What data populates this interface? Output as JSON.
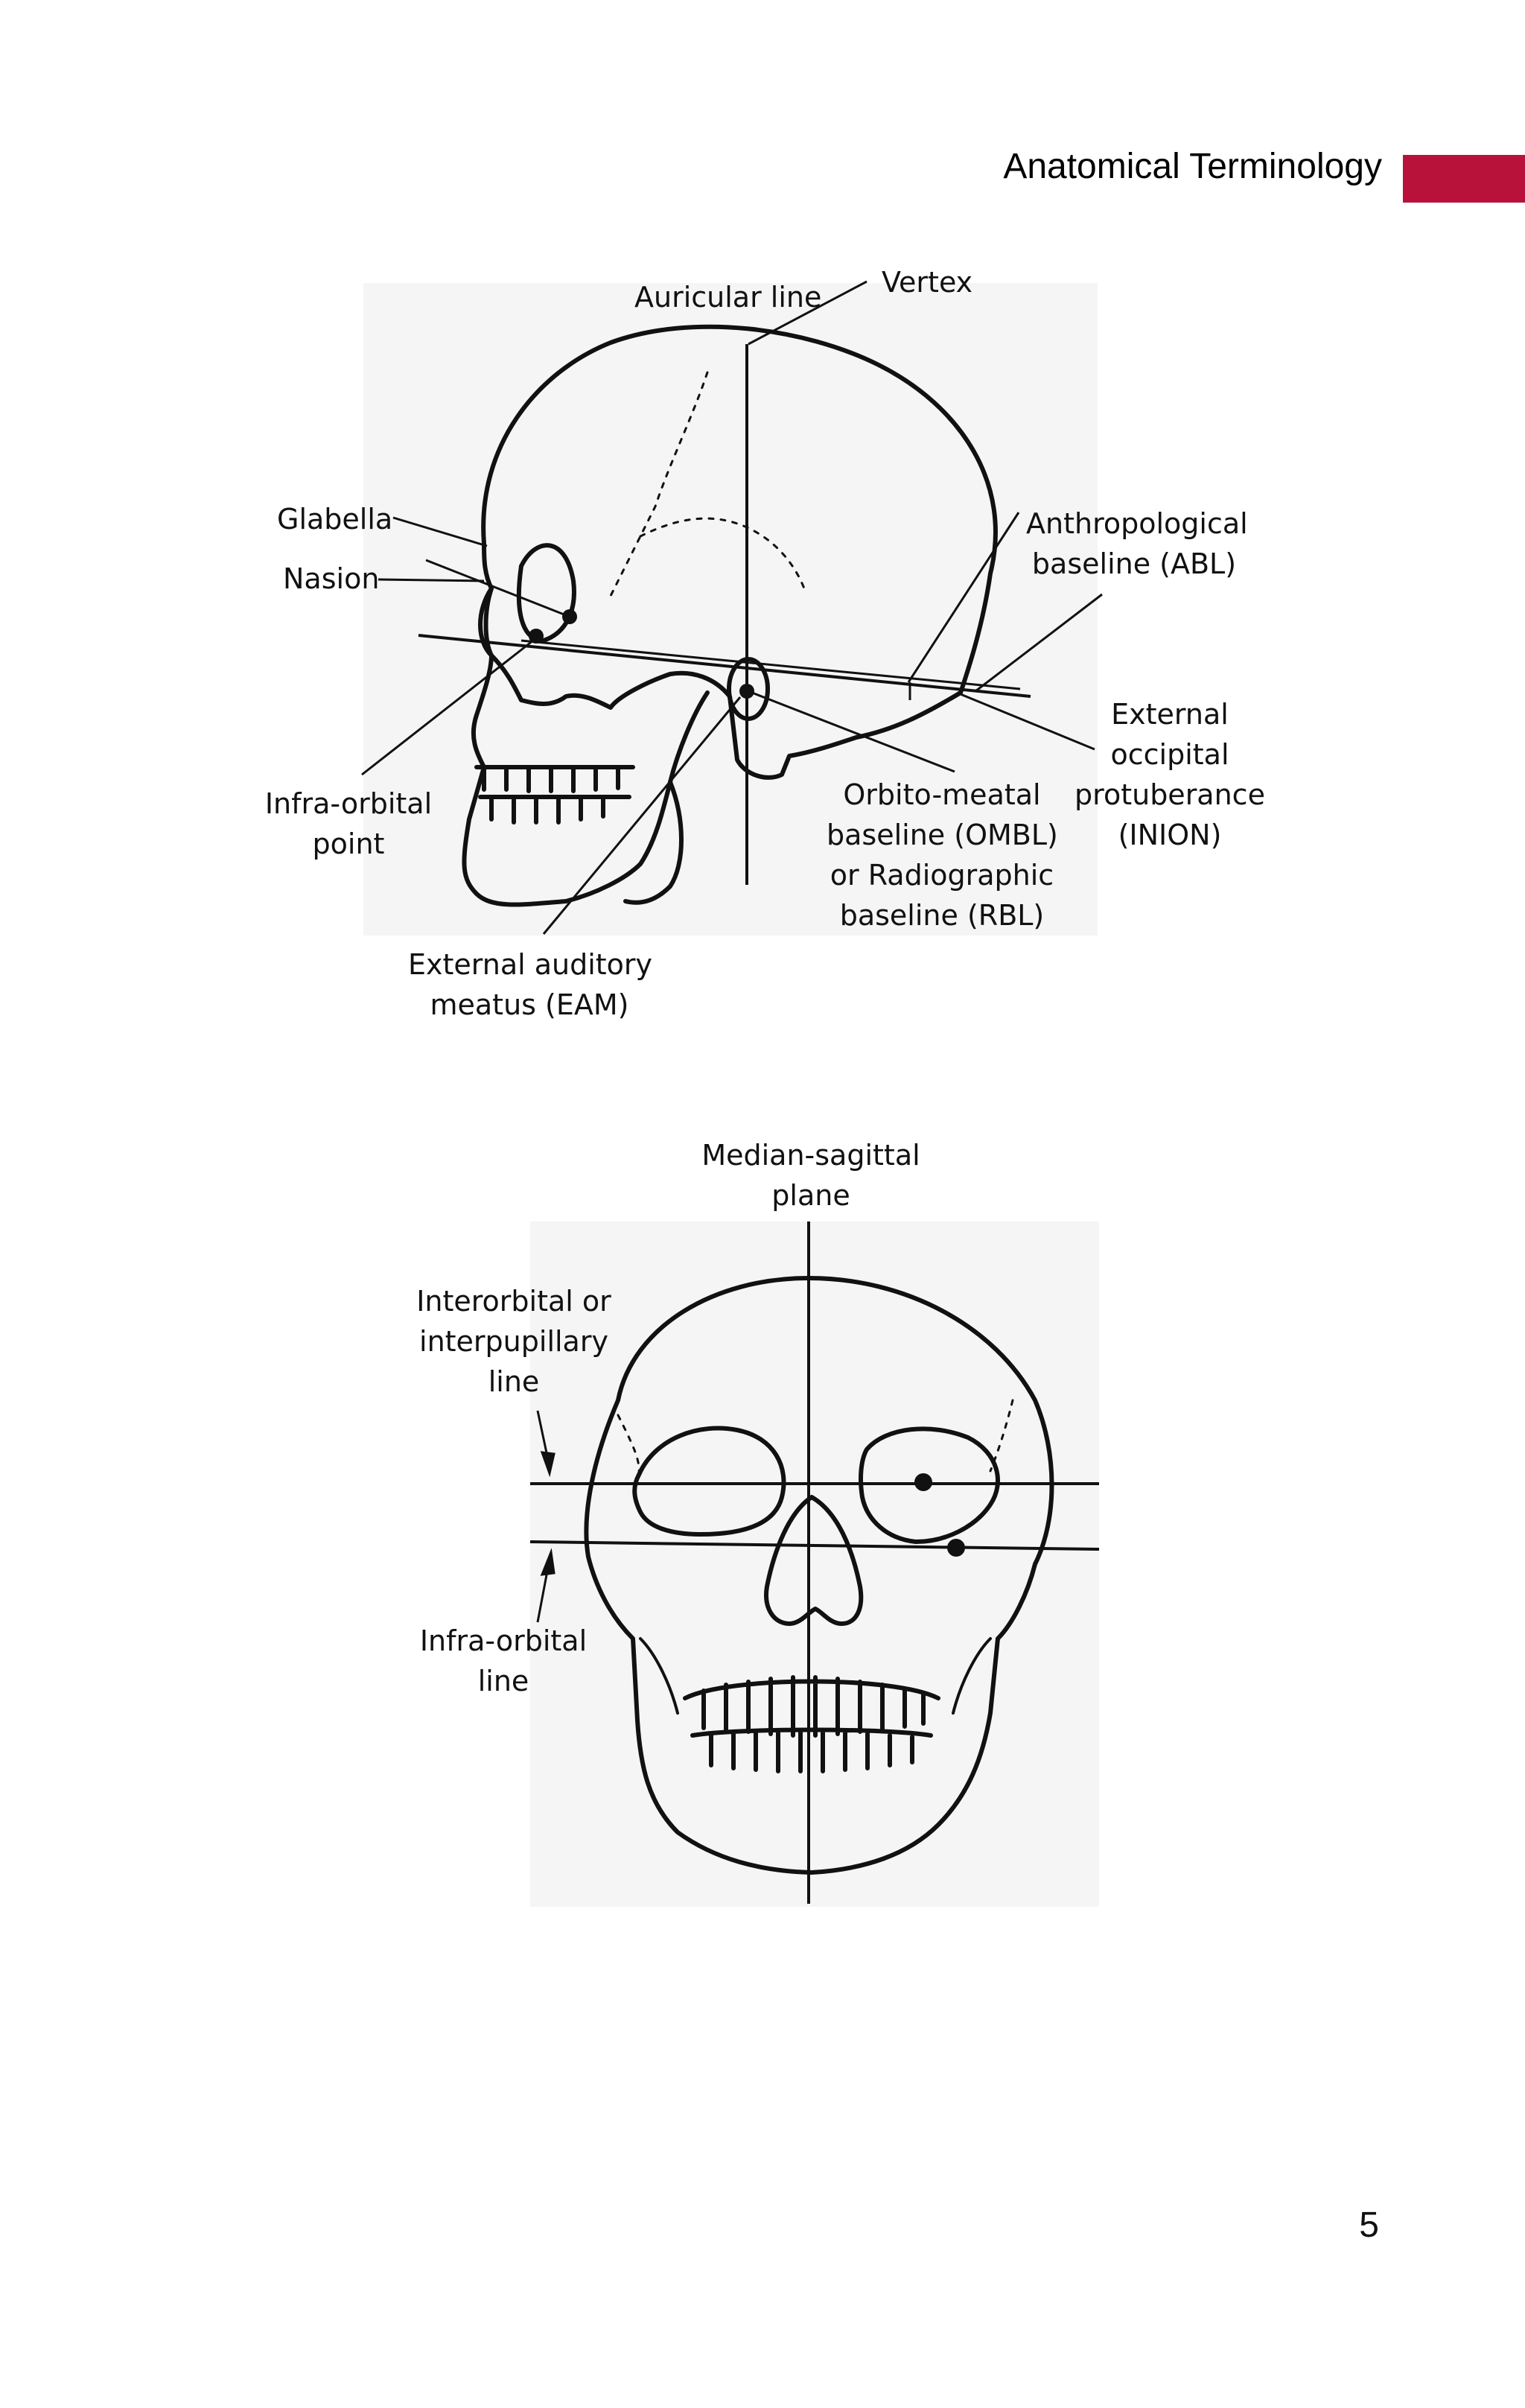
{
  "header": {
    "title": "Anatomical Terminology",
    "tab_color": "#b8123a"
  },
  "lateral_skull": {
    "labels": {
      "auricular_line": "Auricular line",
      "vertex": "Vertex",
      "glabella": "Glabella",
      "nasion": "Nasion",
      "abl_1": "Anthropological",
      "abl_2": "baseline (ABL)",
      "inion_1": "External",
      "inion_2": "occipital",
      "inion_3": "protuberance",
      "inion_4": "(INION)",
      "infraorbital_point_1": "Infra-orbital",
      "infraorbital_point_2": "point",
      "ombl_1": "Orbito-meatal",
      "ombl_2": "baseline (OMBL)",
      "ombl_3": "or Radiographic",
      "ombl_4": "baseline (RBL)",
      "eam_1": "External auditory",
      "eam_2": "meatus (EAM)"
    }
  },
  "frontal_skull": {
    "labels": {
      "msp_1": "Median-sagittal",
      "msp_2": "plane",
      "interorbital_1": "Interorbital or",
      "interorbital_2": "interpupillary",
      "interorbital_3": "line",
      "infraorbital_line_1": "Infra-orbital",
      "infraorbital_line_2": "line"
    }
  },
  "page_number": "5"
}
